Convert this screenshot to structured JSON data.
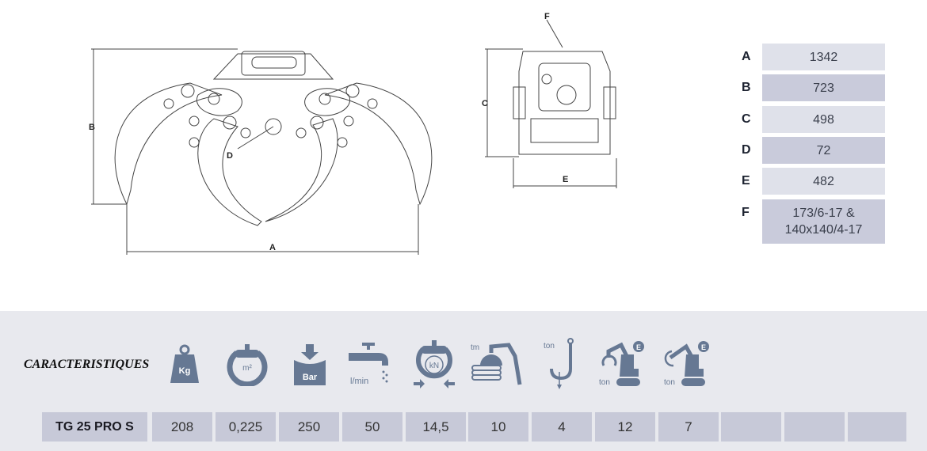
{
  "drawing": {
    "dimension_letters": [
      "A",
      "B",
      "C",
      "D",
      "E",
      "F"
    ]
  },
  "dimensions": [
    {
      "label": "A",
      "value": "1342"
    },
    {
      "label": "B",
      "value": "723"
    },
    {
      "label": "C",
      "value": "498"
    },
    {
      "label": "D",
      "value": "72"
    },
    {
      "label": "E",
      "value": "482"
    },
    {
      "label": "F",
      "value": "173/6-17 & 140x140/4-17"
    }
  ],
  "specs": {
    "title": "CARACTERISTIQUES",
    "icons": [
      {
        "name": "weight-icon",
        "unit": "Kg"
      },
      {
        "name": "grapple-area-icon",
        "unit": "m²"
      },
      {
        "name": "pressure-icon",
        "unit": "Bar"
      },
      {
        "name": "flow-tap-icon",
        "unit": "l/min"
      },
      {
        "name": "force-icon",
        "unit": "kN"
      },
      {
        "name": "crane-icon",
        "unit": "tm"
      },
      {
        "name": "hook-icon",
        "unit": "ton"
      },
      {
        "name": "excavator-grapple-icon",
        "unit": "ton"
      },
      {
        "name": "excavator-rotator-icon",
        "unit": "ton"
      }
    ],
    "model": "TG 25 PRO S",
    "values": [
      "208",
      "0,225",
      "250",
      "50",
      "14,5",
      "10",
      "4",
      "12",
      "7",
      "",
      "",
      ""
    ]
  },
  "colors": {
    "icon": "#667893",
    "cell": "#c7c9d8",
    "band": "#e8e9ee"
  }
}
